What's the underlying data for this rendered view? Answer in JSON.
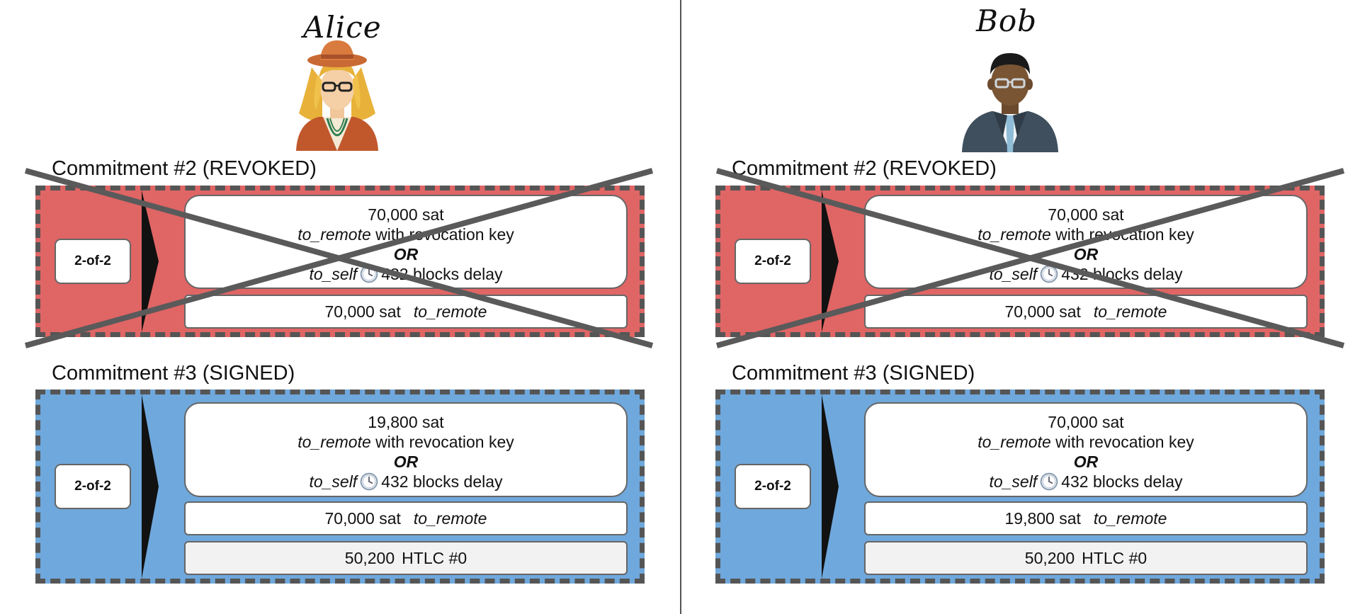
{
  "colors": {
    "revoked": "#e06565",
    "signed": "#6fa8dc",
    "border": "#555555",
    "htlc": "#f2f2f2"
  },
  "icons": {
    "avatar_alice": "woman-with-hat-and-glasses",
    "avatar_bob": "man-in-suit-with-glasses",
    "timelock": "clock-icon",
    "revoked_mark": "x-cross",
    "tx_arrow": "triangle-arrow"
  },
  "alice": {
    "name": "Alice",
    "revoked": {
      "title": "Commitment #2 (REVOKED)",
      "funding": "2-of-2",
      "main_amount": "70,000 sat",
      "main_remote": "to_remote",
      "main_remote_suffix": "with revocation key",
      "main_or": "OR",
      "main_self": "to_self",
      "main_delay": "432 blocks delay",
      "out2_amount": "70,000 sat",
      "out2_label": "to_remote"
    },
    "signed": {
      "title": "Commitment #3 (SIGNED)",
      "funding": "2-of-2",
      "main_amount": "19,800 sat",
      "main_remote": "to_remote",
      "main_remote_suffix": "with revocation key",
      "main_or": "OR",
      "main_self": "to_self",
      "main_delay": "432 blocks delay",
      "out2_amount": "70,000 sat",
      "out2_label": "to_remote",
      "htlc_amount": "50,200",
      "htlc_label": "HTLC #0"
    }
  },
  "bob": {
    "name": "Bob",
    "revoked": {
      "title": "Commitment #2 (REVOKED)",
      "funding": "2-of-2",
      "main_amount": "70,000 sat",
      "main_remote": "to_remote",
      "main_remote_suffix": "with revocation key",
      "main_or": "OR",
      "main_self": "to_self",
      "main_delay": "432 blocks delay",
      "out2_amount": "70,000 sat",
      "out2_label": "to_remote"
    },
    "signed": {
      "title": "Commitment #3 (SIGNED)",
      "funding": "2-of-2",
      "main_amount": "70,000 sat",
      "main_remote": "to_remote",
      "main_remote_suffix": "with revocation key",
      "main_or": "OR",
      "main_self": "to_self",
      "main_delay": "432 blocks delay",
      "out2_amount": "19,800 sat",
      "out2_label": "to_remote",
      "htlc_amount": "50,200",
      "htlc_label": "HTLC #0"
    }
  }
}
